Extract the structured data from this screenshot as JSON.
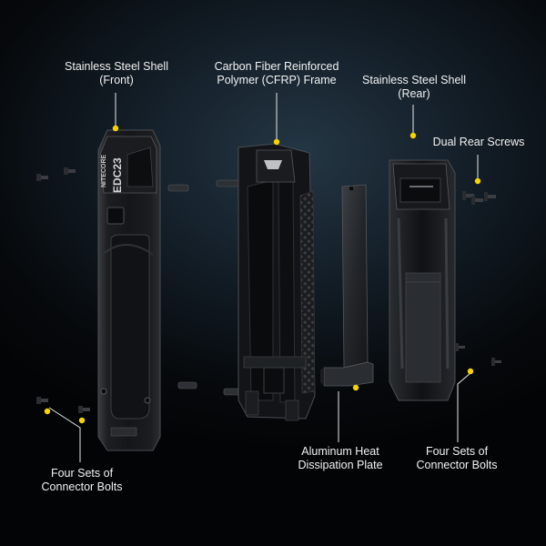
{
  "labels": {
    "front_shell": "Stainless Steel Shell\n(Front)",
    "frame": "Carbon Fiber Reinforced\nPolymer (CFRP) Frame",
    "rear_shell": "Stainless Steel Shell\n(Rear)",
    "dual_rear_screws": "Dual Rear Screws",
    "heat_plate": "Aluminum Heat\nDissipation Plate",
    "bolts_left": "Four Sets of\nConnector Bolts",
    "bolts_right": "Four Sets of\nConnector Bolts"
  },
  "product": {
    "brand": "NITECORE",
    "model": "EDC23"
  },
  "colors": {
    "background": "#0b1218",
    "callout_dot": "#f5d400",
    "leader_line": "#e8e8e8",
    "text": "#f2f2f2"
  }
}
